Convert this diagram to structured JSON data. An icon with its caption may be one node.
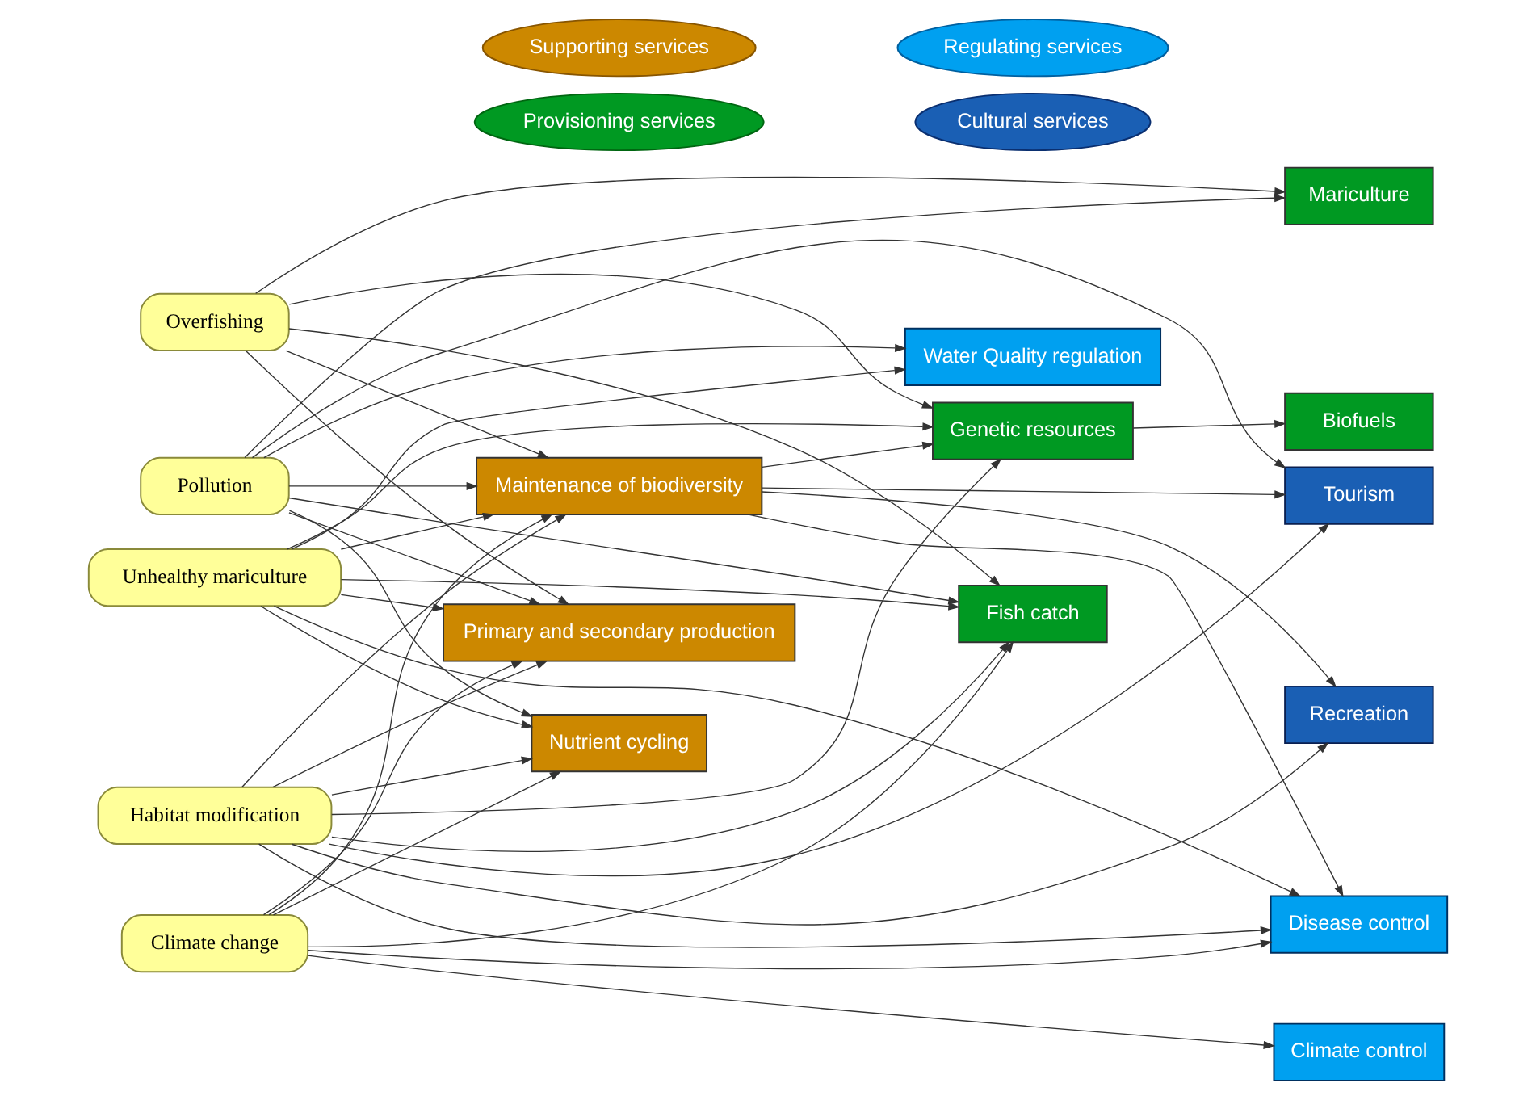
{
  "diagram": {
    "nodes": [
      {
        "text": [
          "Overfishing"
        ]
      },
      {
        "text": [
          "Pollution"
        ]
      },
      {
        "text": [
          "Habitat modification"
        ]
      },
      {
        "text": [
          "Unhealthy mariculture"
        ]
      },
      {
        "text": [
          "Climate change"
        ]
      },
      {
        "text": [
          "Provisioning services"
        ]
      },
      {
        "text": [
          "Fish catch"
        ]
      },
      {
        "text": [
          "Mariculture"
        ]
      },
      {
        "text": [
          "Genetic resources"
        ]
      },
      {
        "text": [
          "Biofuels"
        ]
      },
      {
        "text": [
          "Supporting services"
        ]
      },
      {
        "text": [
          "Primary and secondary production"
        ]
      },
      {
        "text": [
          "Maintenance of biodiversity"
        ]
      },
      {
        "text": [
          "Nutrient cycling"
        ]
      },
      {
        "text": [
          "Cultural services"
        ]
      },
      {
        "text": [
          "Recreation"
        ]
      },
      {
        "text": [
          "Tourism"
        ]
      },
      {
        "text": [
          "Regulating services"
        ]
      },
      {
        "text": [
          "Water Quality regulation"
        ]
      },
      {
        "text": [
          "Climate control"
        ]
      },
      {
        "text": [
          "Disease control"
        ]
      }
    ],
    "edges": [
      {
        "from": 0,
        "to": 6,
        "arrow": "to"
      },
      {
        "from": 0,
        "to": 7,
        "arrow": "to"
      },
      {
        "from": 0,
        "to": 8,
        "arrow": "to"
      },
      {
        "from": 0,
        "to": 11,
        "arrow": "to"
      },
      {
        "from": 0,
        "to": 12,
        "arrow": "to"
      },
      {
        "from": 1,
        "to": 6,
        "arrow": "to"
      },
      {
        "from": 1,
        "to": 7,
        "arrow": "to"
      },
      {
        "from": 1,
        "to": 11,
        "arrow": "to"
      },
      {
        "from": 1,
        "to": 12,
        "arrow": "to"
      },
      {
        "from": 1,
        "to": 13,
        "arrow": "to"
      },
      {
        "from": 1,
        "to": 16,
        "arrow": "to"
      },
      {
        "from": 1,
        "to": 18,
        "arrow": "to"
      },
      {
        "from": 2,
        "to": 6,
        "arrow": "to"
      },
      {
        "from": 2,
        "to": 8,
        "arrow": "to"
      },
      {
        "from": 2,
        "to": 11,
        "arrow": "to"
      },
      {
        "from": 2,
        "to": 12,
        "arrow": "to"
      },
      {
        "from": 2,
        "to": 13,
        "arrow": "to"
      },
      {
        "from": 2,
        "to": 15,
        "arrow": "to"
      },
      {
        "from": 2,
        "to": 16,
        "arrow": "to"
      },
      {
        "from": 2,
        "to": 20,
        "arrow": "to"
      },
      {
        "from": 3,
        "to": 6,
        "arrow": "to"
      },
      {
        "from": 3,
        "to": 8,
        "arrow": "to"
      },
      {
        "from": 3,
        "to": 11,
        "arrow": "to"
      },
      {
        "from": 3,
        "to": 12,
        "arrow": "to"
      },
      {
        "from": 3,
        "to": 13,
        "arrow": "to"
      },
      {
        "from": 3,
        "to": 18,
        "arrow": "to"
      },
      {
        "from": 3,
        "to": 20,
        "arrow": "to"
      },
      {
        "from": 4,
        "to": 6,
        "arrow": "to"
      },
      {
        "from": 4,
        "to": 11,
        "arrow": "to"
      },
      {
        "from": 4,
        "to": 12,
        "arrow": "to"
      },
      {
        "from": 4,
        "to": 13,
        "arrow": "to"
      },
      {
        "from": 4,
        "to": 19,
        "arrow": "to"
      },
      {
        "from": 4,
        "to": 20,
        "arrow": "to"
      },
      {
        "from": 12,
        "to": 8,
        "arrow": "to"
      },
      {
        "from": 12,
        "to": 15,
        "arrow": "to"
      },
      {
        "from": 12,
        "to": 16,
        "arrow": "to"
      },
      {
        "from": 12,
        "to": 20,
        "arrow": "to"
      },
      {
        "from": 8,
        "to": 9,
        "arrow": "to"
      }
    ]
  }
}
